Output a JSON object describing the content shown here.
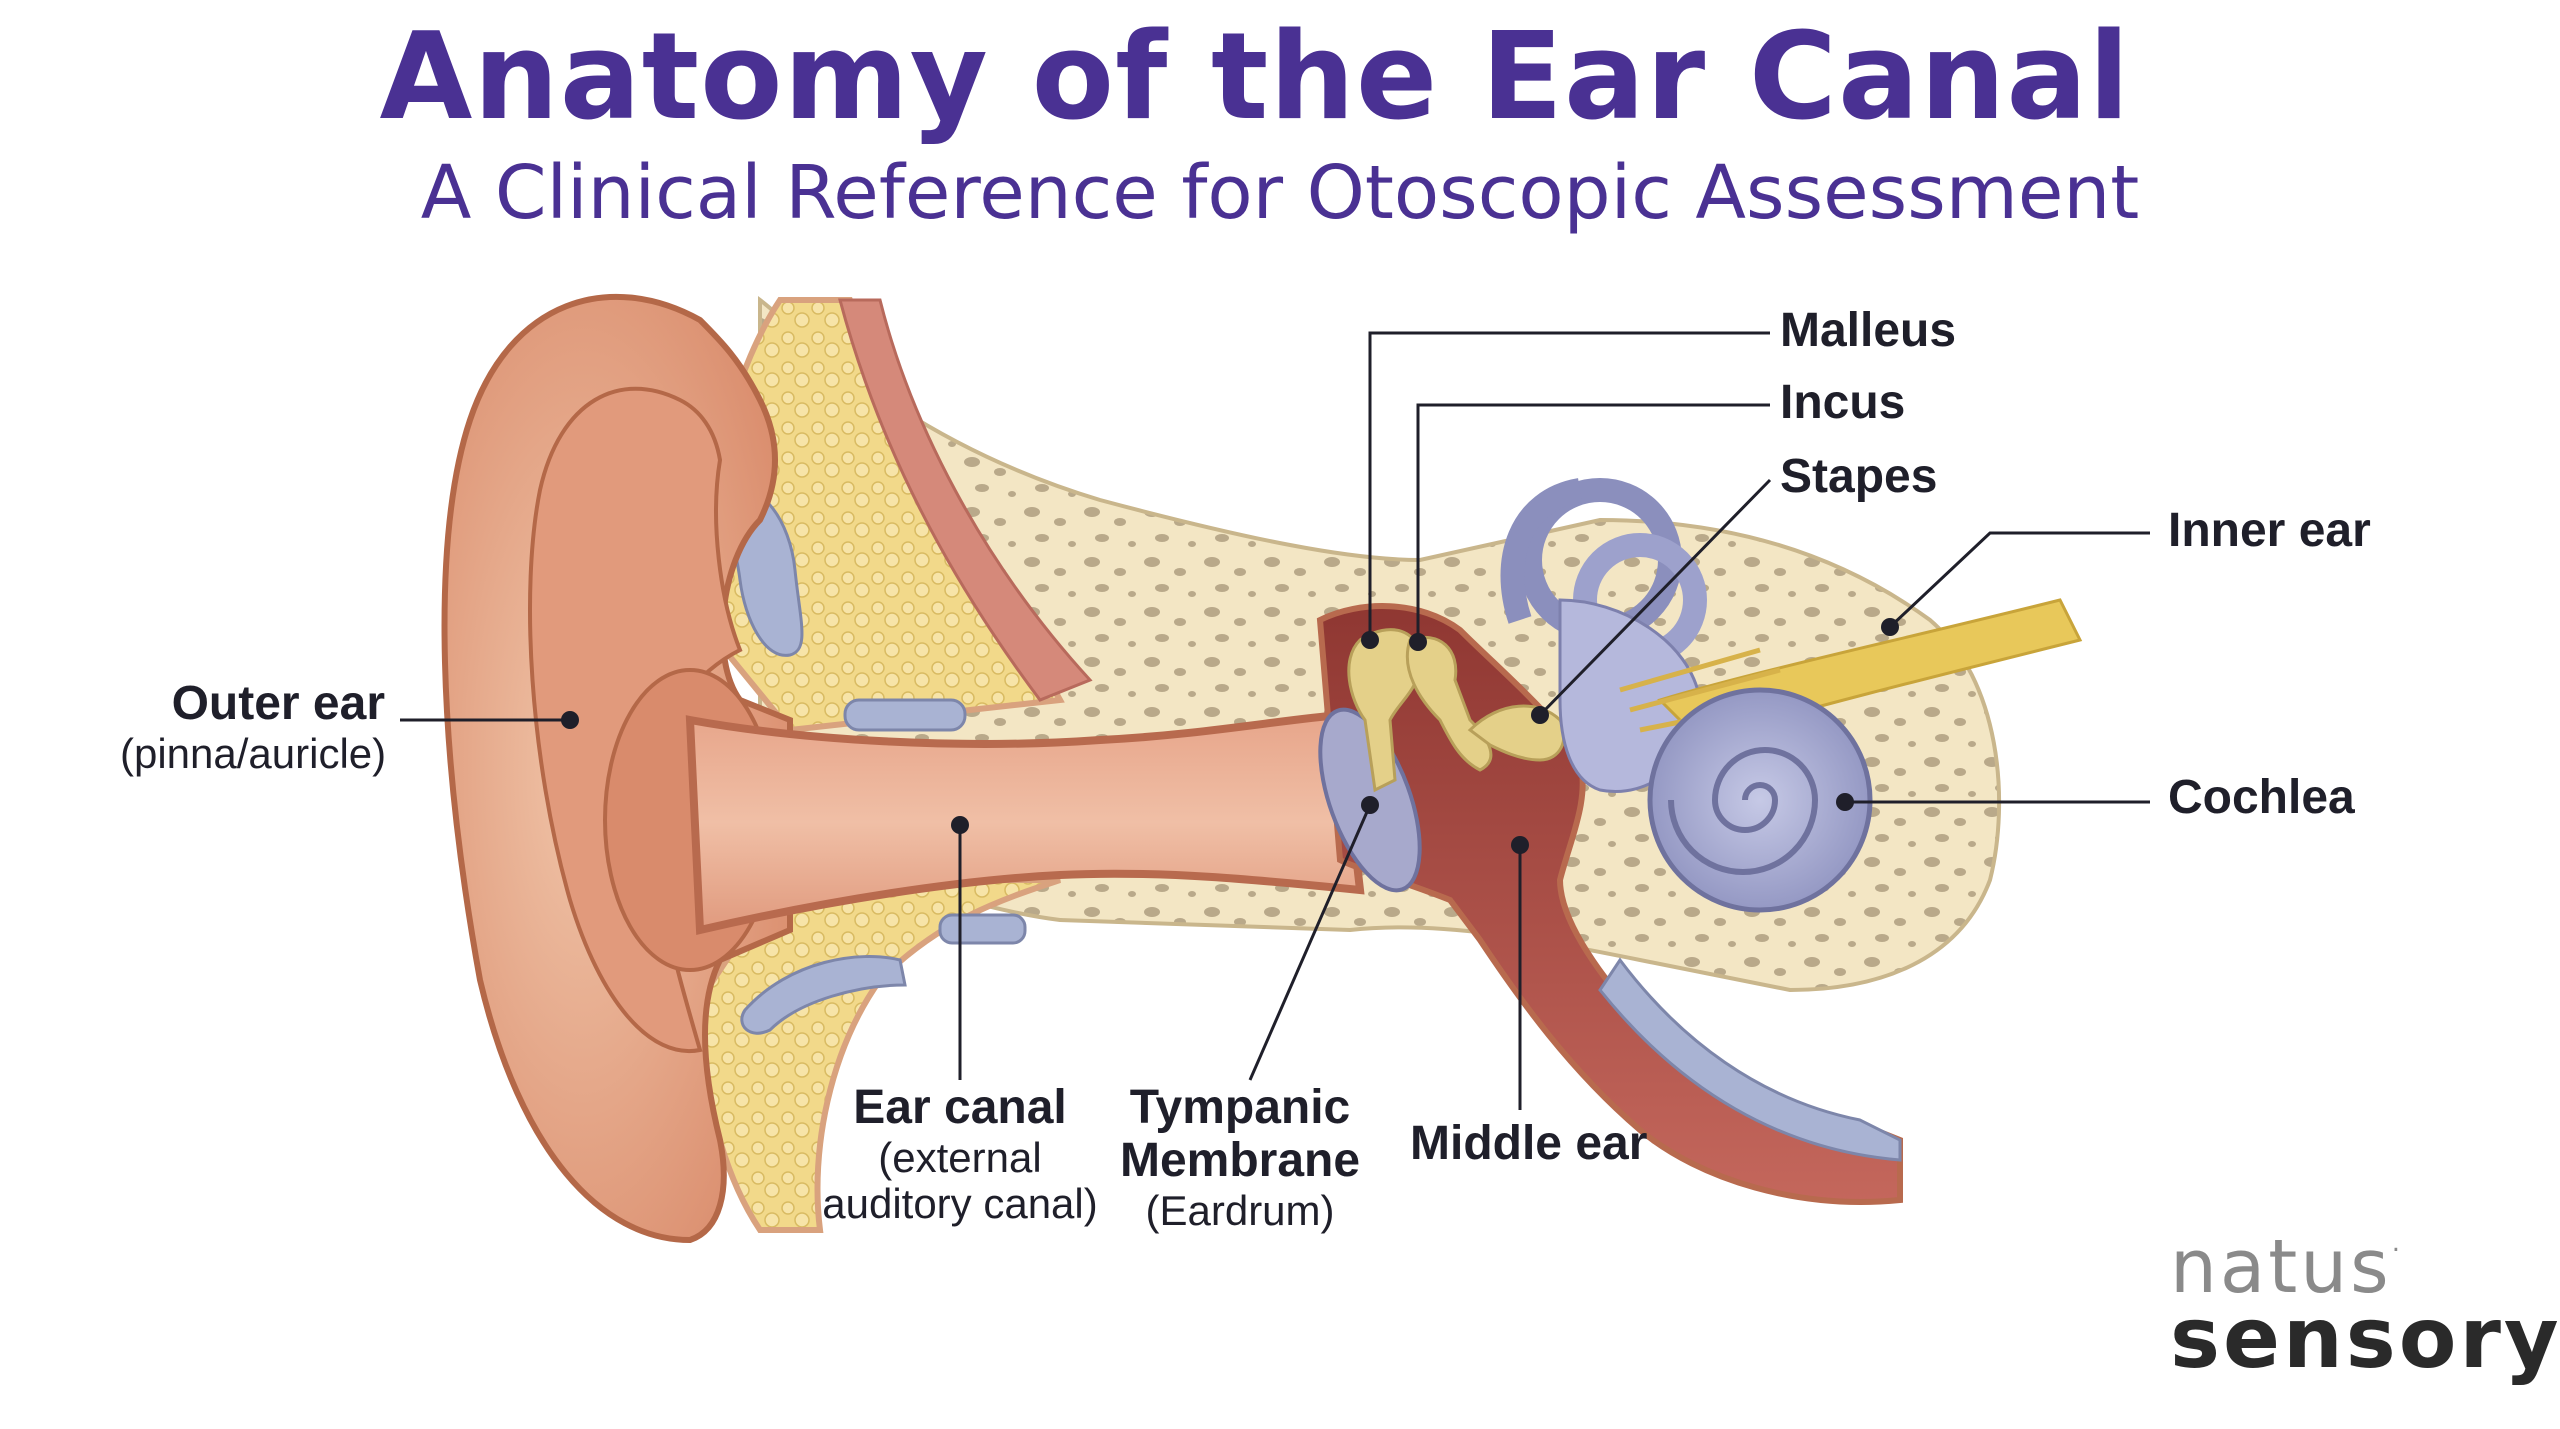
{
  "title": "Anatomy of the Ear Canal",
  "subtitle": "A Clinical Reference for Otoscopic Assessment",
  "labels": {
    "outer_ear": {
      "name": "Outer ear",
      "detail": "(pinna/auricle)"
    },
    "ear_canal": {
      "name": "Ear canal",
      "detail1": "(external",
      "detail2": "auditory canal)"
    },
    "tympanic": {
      "name1": "Tympanic",
      "name2": "Membrane",
      "detail": "(Eardrum)"
    },
    "middle_ear": {
      "name": "Middle ear"
    },
    "malleus": {
      "name": "Malleus"
    },
    "incus": {
      "name": "Incus"
    },
    "stapes": {
      "name": "Stapes"
    },
    "inner_ear": {
      "name": "Inner ear"
    },
    "cochlea": {
      "name": "Cochlea"
    }
  },
  "logo": {
    "line1": "natus",
    "mark": ".",
    "line2": "sensory"
  },
  "colors": {
    "title": "#4a3193",
    "skin": "#e6a98c",
    "bone": "#f3e6c4",
    "fat": "#f2d98a",
    "cartilage": "#a9b3d3",
    "middle_ear": "#b9534a",
    "ossicles": "#e4d089",
    "cochlea": "#a3a7cf",
    "nerve": "#e8c85a",
    "leader": "#1f1f2a"
  }
}
